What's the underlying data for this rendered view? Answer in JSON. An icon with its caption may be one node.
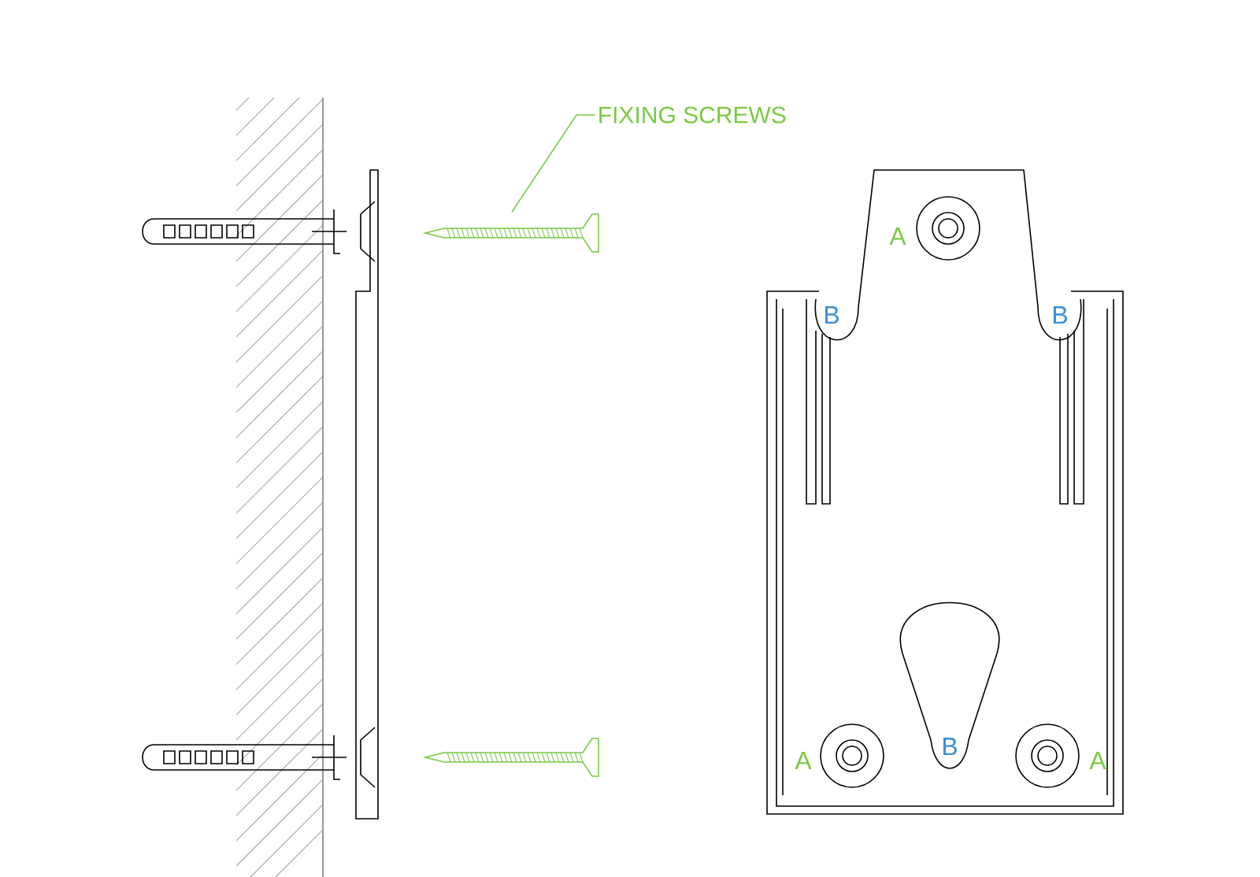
{
  "diagram": {
    "nodes": [
      {
        "text": [
          "FIXING SCREWS"
        ]
      },
      {
        "text": [],
        "shape": "picture"
      }
    ],
    "edges": [
      {
        "from": 0,
        "to": 1,
        "arrow": "none",
        "color": "#7ac943"
      }
    ],
    "labels": [
      "A",
      "B",
      "B",
      "A",
      "B",
      "A"
    ]
  }
}
